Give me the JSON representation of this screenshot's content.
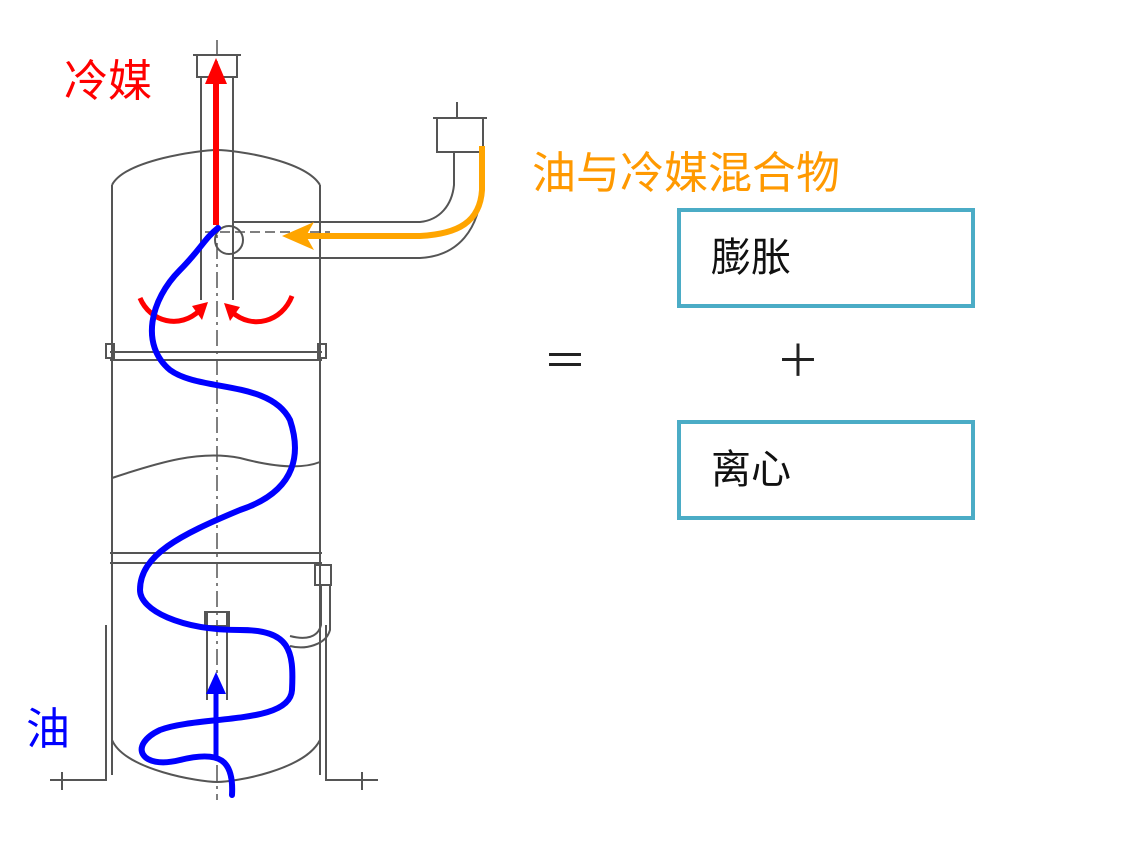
{
  "labels": {
    "refrigerant": "冷媒",
    "mixture": "油与冷媒混合物",
    "oil": "油"
  },
  "equation": {
    "equals": "＝",
    "plus": "＋",
    "boxes": [
      {
        "text": "膨胀"
      },
      {
        "text": "离心"
      }
    ]
  },
  "colors": {
    "refrigerant_flow": "#ff0000",
    "mixture_flow": "#ff9900",
    "oil_flow": "#0000ff",
    "box_border": "#4bacc6",
    "line_drawing": "#555555"
  }
}
